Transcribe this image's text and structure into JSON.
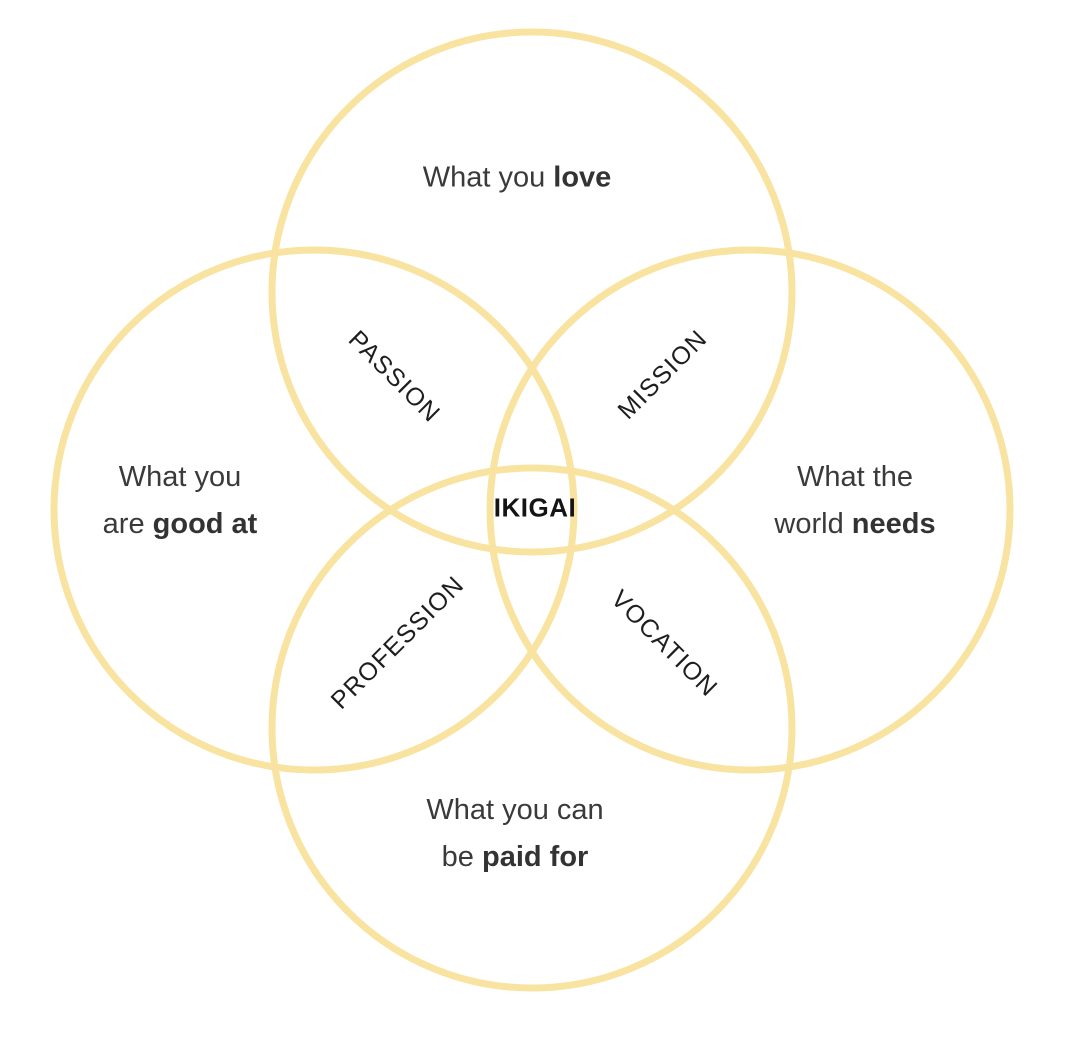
{
  "colors": {
    "background": "#ffffff",
    "circle_stroke": "#f9e3a1",
    "outer_label_text": "#3a3a3a",
    "overlap_label_text": "#1e1e1e",
    "center_label_text": "#141414"
  },
  "circles": {
    "top": {
      "line1_normal": "What you ",
      "line1_bold": "love"
    },
    "left": {
      "line1": "What you",
      "line2_normal": "are ",
      "line2_bold": "good at"
    },
    "right": {
      "line1": "What the",
      "line2_normal": "world ",
      "line2_bold": "needs"
    },
    "bottom": {
      "line1": "What you can",
      "line2_normal": "be ",
      "line2_bold": "paid for"
    }
  },
  "overlaps": {
    "passion": "PASSION",
    "mission": "MISSION",
    "profession": "PROFESSION",
    "vocation": "VOCATION",
    "center": "IKIGAI"
  }
}
